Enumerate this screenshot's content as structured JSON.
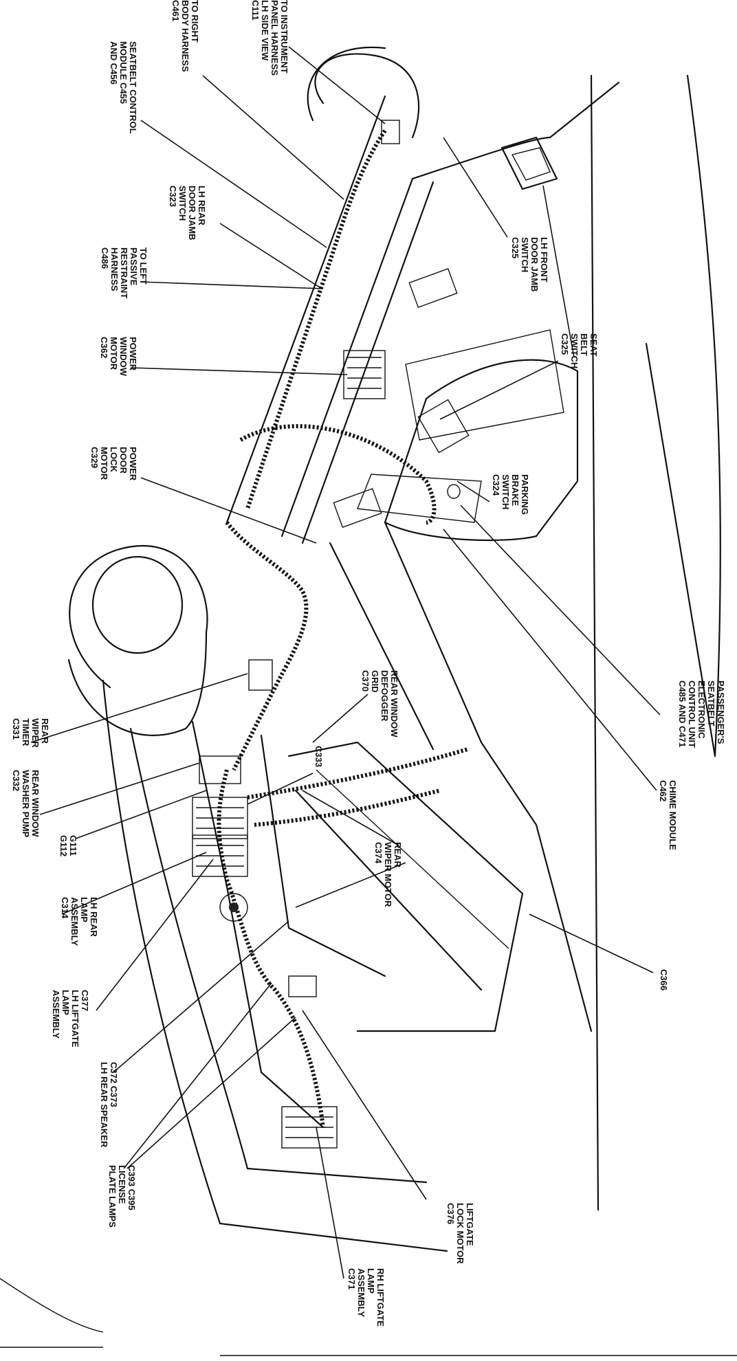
{
  "labels": {
    "to_instrument_panel": [
      "TO INSTRUMENT",
      "PANEL HARNESS",
      "LH SIDE VIEW",
      "C111"
    ],
    "to_right_body": [
      "TO RIGHT",
      "BODY HARNESS",
      "C461"
    ],
    "seatbelt_control": [
      "SEATBELT CONTROL",
      "MODULE C455",
      "AND C456"
    ],
    "lh_rear_door_jamb": [
      "LH REAR",
      "DOOR JAMB",
      "SWITCH",
      "C323"
    ],
    "to_left_passive": [
      "TO LEFT",
      "PASSIVE",
      "RESTRAINT",
      "HARNESS",
      "C486"
    ],
    "power_window_motor": [
      "POWER",
      "WINDOW",
      "MOTOR",
      "C362"
    ],
    "power_door_lock": [
      "POWER",
      "DOOR",
      "LOCK",
      "MOTOR",
      "C329"
    ],
    "lh_front_door_jamb": [
      "LH FRONT",
      "DOOR JAMB",
      "SWITCH",
      "C325"
    ],
    "seat_belt_switch": [
      "SEAT",
      "BELT",
      "SWITCH",
      "C325"
    ],
    "parking_brake": [
      "PARKING",
      "BRAKE",
      "SWITCH",
      "C324"
    ],
    "passengers_seatbelt": [
      "PASSENGER'S",
      "SEATBELT",
      "ELECTRONIC",
      "CONTROL UNIT",
      "C485 AND C471"
    ],
    "chime_module": [
      "CHIME MODULE",
      "C462"
    ],
    "rear_window_defogger": [
      "REAR WINDOW",
      "DEFOGGER",
      "GRID",
      "C370"
    ],
    "c333": [
      "C333"
    ],
    "rear_wiper_timer": [
      "REAR",
      "WIPER",
      "TIMER",
      "C331"
    ],
    "rear_window_washer": [
      "REAR WINDOW",
      "WASHER PUMP",
      "C332"
    ],
    "g111_g112": [
      "G111",
      "G112"
    ],
    "rear_wiper_motor": [
      "REAR",
      "WIPER MOTOR",
      "C374"
    ],
    "lh_rear_lamp": [
      "LH REAR",
      "LAMP",
      "ASSEMBLY",
      "C314"
    ],
    "c377_liftgate_lamp": [
      "C377",
      "LH LIFTGATE",
      "LAMP",
      "ASSEMBLY"
    ],
    "c372_speaker": [
      "C372 C373",
      "LH REAR SPEAKER"
    ],
    "c366": [
      "C366"
    ],
    "license_lamps": [
      "C393 C395",
      "LICENSE",
      "PLATE LAMPS"
    ],
    "liftgate_lock": [
      "LIFTGATE",
      "LOCK MOTOR",
      "C376"
    ],
    "rh_liftgate_lamp": [
      "RH LIFTGATE",
      "LAMP",
      "ASSEMBLY",
      "C371"
    ]
  }
}
